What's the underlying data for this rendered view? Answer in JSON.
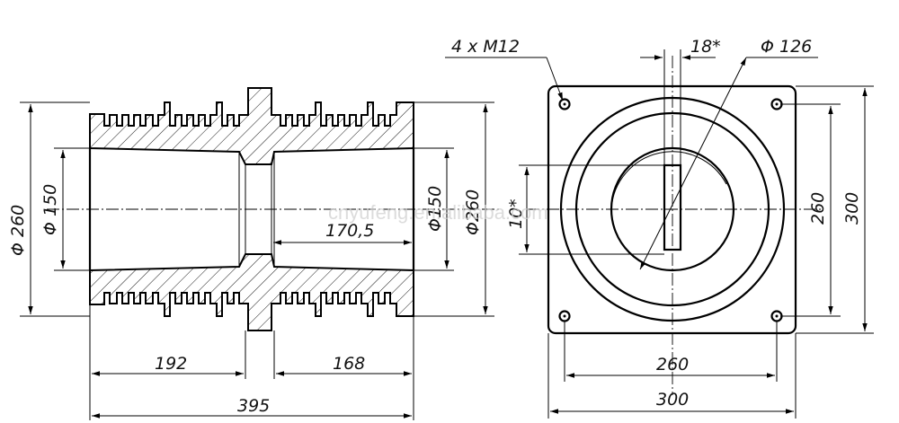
{
  "drawing": {
    "side_view": {
      "dim_outer_diameter": "Φ 260",
      "dim_inner_diameter": "Φ 150",
      "dim_inner_diameter_right": "Φ150",
      "dim_outer_diameter_right": "Φ260",
      "dim_bore_length": "170,5",
      "dim_left_section": "192",
      "dim_right_section": "168",
      "dim_total_length": "395"
    },
    "front_view": {
      "bolt_callout": "4 x M12",
      "slot_width": "18*",
      "bore_diameter": "Φ 126",
      "slot_height": "10*",
      "dim_bolt_spacing_vertical": "260",
      "dim_flange_vertical": "300",
      "dim_bolt_spacing_horizontal": "260",
      "dim_flange_horizontal": "300"
    },
    "watermark": "cnyufeng.en.alibaba.com"
  },
  "colors": {
    "line": "#000000",
    "background": "#ffffff",
    "watermark": "#d0d0d0"
  }
}
